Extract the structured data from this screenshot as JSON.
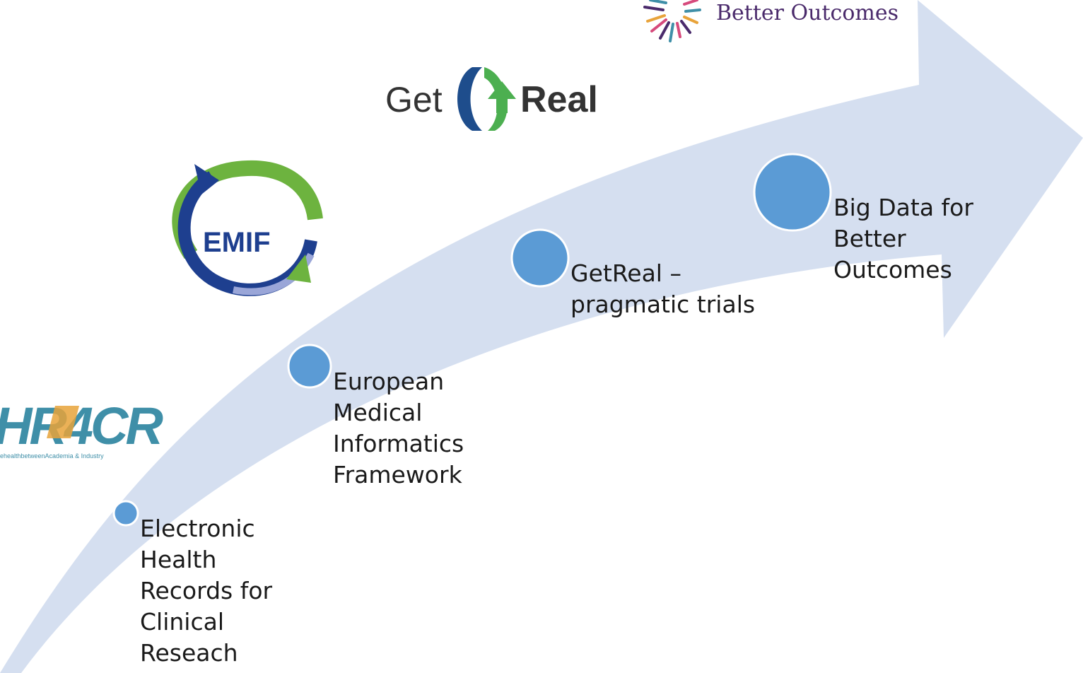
{
  "timeline": {
    "milestones": [
      {
        "label": "Electronic\nHealth\nRecords for\nClinical\nReseach"
      },
      {
        "label": "European\nMedical\nInformatics\nFramework"
      },
      {
        "label": "GetReal –\npragmatic trials"
      },
      {
        "label": "Big Data for\nBetter\nOutcomes"
      }
    ]
  },
  "logos": {
    "ehr4cr": {
      "text": "HR4CR",
      "tagline": "ehealthbetweenAcademia & Industry"
    },
    "emif": {
      "text": "EMIF"
    },
    "getreal": {
      "left": "Get",
      "right": "Real"
    },
    "bd4bo": {
      "text": "Better Outcomes"
    }
  },
  "colors": {
    "arrow": "#d5dff0",
    "circle": "#5b9bd5",
    "circle_stroke": "#ffffff",
    "emif_green": "#6db33f",
    "emif_blue": "#1e3f8f",
    "getreal_green": "#4caf50",
    "getreal_blue": "#1e4d8c",
    "ehr_teal": "#3f8fa8",
    "ehr_orange": "#e8a33a",
    "bd4bo_purple": "#4a2a6b"
  }
}
